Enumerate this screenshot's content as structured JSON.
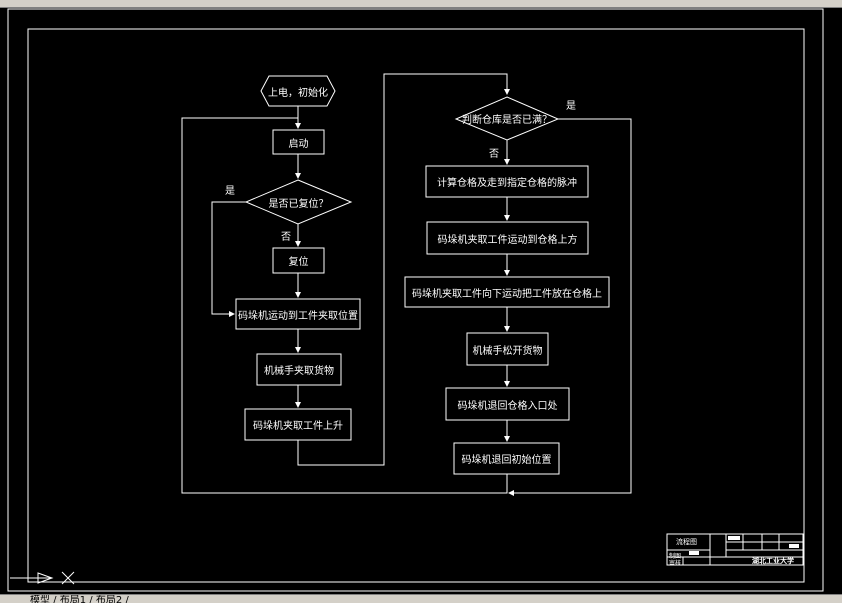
{
  "toolbar_fragment": "",
  "flowchart": {
    "start": "上电，初始化",
    "start_button": "启动",
    "reset_check": "是否已复位？",
    "reset_yes": "是",
    "reset_no": "否",
    "reset_action": "复位",
    "move_to_pick": "码垛机运动到工件夹取位置",
    "gripper_clamp": "机械手夹取货物",
    "lift_workpiece": "码垛机夹取工件上升",
    "warehouse_check": "判断仓库是否已满？",
    "warehouse_yes": "是",
    "warehouse_no": "否",
    "calc_pulses": "计算仓格及走到指定仓格的脉冲",
    "move_above_slot": "码垛机夹取工件运动到仓格上方",
    "place_in_slot": "码垛机夹取工件向下运动把工件放在仓格上",
    "release": "机械手松开货物",
    "retreat_entrance": "码垛机退回仓格入口处",
    "return_home": "码垛机退回初始位置"
  },
  "title_block": {
    "drawing_name": "流程图",
    "school": "湖北工业大学",
    "row_label_1": "制图",
    "row_label_2": "审核"
  },
  "command_line": "模型 / 布局1 / 布局2 /"
}
